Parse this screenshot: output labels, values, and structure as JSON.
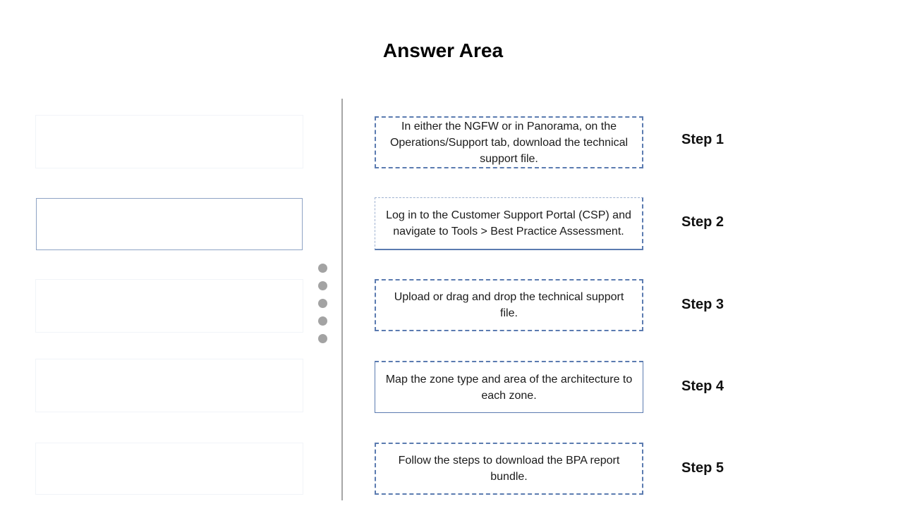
{
  "title": "Answer Area",
  "answers": [
    {
      "text": "In either the NGFW or in Panorama, on the Operations/Support tab, download the technical support file.",
      "step": "Step 1"
    },
    {
      "text": "Log in to the Customer Support Portal (CSP) and navigate to Tools > Best Practice Assessment.",
      "step": "Step 2"
    },
    {
      "text": "Upload or drag and drop the technical support file.",
      "step": "Step 3"
    },
    {
      "text": "Map the zone type and area of the architecture to each zone.",
      "step": "Step 4"
    },
    {
      "text": "Follow the steps to download the BPA report bundle.",
      "step": "Step 5"
    }
  ]
}
